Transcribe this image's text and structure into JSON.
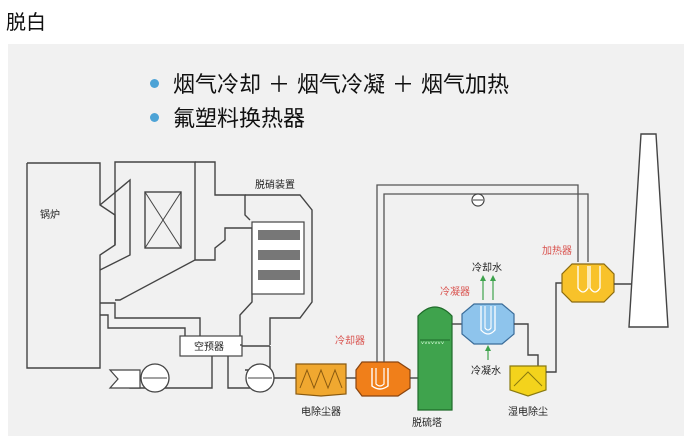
{
  "title": "脱白",
  "bullets": [
    "烟气冷却 ＋ 烟气冷凝 ＋ 烟气加热",
    "氟塑料换热器"
  ],
  "labels": {
    "boiler": "锅炉",
    "denitration": "脱硝装置",
    "air_preheater": "空预器",
    "esp": "电除尘器",
    "cooler": "冷却器",
    "desulfurization_tower": "脱硫塔",
    "condenser": "冷凝器",
    "cooling_water_top": "冷却水",
    "cooling_water_bottom": "冷凝水",
    "wet_esp": "湿电除尘",
    "heater": "加热器"
  },
  "colors": {
    "bullet": "#4da3d6",
    "esp": "#f0a830",
    "cooler": "#f07f1a",
    "tower": "#3fa34d",
    "condenser": "#8ec4ec",
    "wet_esp": "#f3d31c",
    "heater": "#f8c22a",
    "red_label": "#d9534f"
  }
}
